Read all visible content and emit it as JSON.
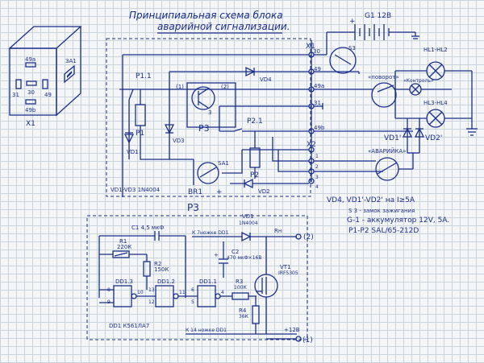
{
  "title": {
    "line1": "Принципиальная схема блока",
    "line2": "аварийной сигнализации."
  },
  "connector": {
    "label": "X1",
    "pins": [
      "49a",
      "31",
      "30",
      "49",
      "49b"
    ],
    "key": "ЗА1"
  },
  "battery": {
    "label": "G1 12В",
    "switch": "S3"
  },
  "lamps": {
    "top": "HL1-HL2",
    "bottom": "HL3-HL4",
    "podvorot": "«поворот»",
    "kontrol": "«Контроль»",
    "avariyka": "«АВАРИЙКА»"
  },
  "terminals": {
    "x1": "X1",
    "x2": "X2",
    "pins": [
      "30",
      "49",
      "49а",
      "31",
      "49b"
    ],
    "low": [
      "1",
      "2",
      "3",
      "4"
    ]
  },
  "relays": {
    "p11": "Р1.1",
    "p21": "Р2.1",
    "p1": "Р1",
    "p2": "Р2"
  },
  "diodes": {
    "vd1": "VD1",
    "vd2": "VD2",
    "vd3": "VD3",
    "vd4": "VD4",
    "vd1p": "VD1'",
    "vd2p": "VD2'"
  },
  "block": {
    "p3": "Р3",
    "pin1": "(1)",
    "pin2": "(2)",
    "pin3": "3"
  },
  "sa1": {
    "label": "SA1",
    "brk": "BR1",
    "plus": "+"
  },
  "diode_note": "VD1-VD3 1N4004",
  "notes": [
    "VD4, VD1'-VD2' на I≥5A",
    "S 3 - замок зажигания",
    "G-1 - аккумулятор 12V, 5A.",
    "Р1-Р2 SAL/65-212D"
  ],
  "sub": {
    "title": "Р3",
    "c1": "C1 4,5 мкФ",
    "r1": "R1",
    "r1v": "220К",
    "r2": "R2",
    "r2v": "150К",
    "dd13": "DD1.3",
    "dd12": "DD1.2",
    "dd11": "DD1.1",
    "pins": [
      "8",
      "9",
      "10",
      "13",
      "12",
      "11",
      "6",
      "5",
      "4"
    ],
    "k7": "К 7ножке DD1",
    "k14": "К 14 ножке DD1",
    "vd1": "VD1",
    "vd1v": "1N4004",
    "c2": "C2",
    "c2v": "470 мкФ×16В",
    "r3": "R3",
    "r3v": "100К",
    "r4": "R4",
    "r4v": "36К",
    "vt": "VT1",
    "vtv": "IRF5305",
    "rn": "Rн",
    "out2": "(2)",
    "plus12": "+12В",
    "out1": "(1)",
    "ic": "DD1 К561ЛА7"
  },
  "colors": {
    "ink": "#1b2e8a",
    "grid": "#c9d3dc",
    "paper": "#f3f5f7"
  }
}
